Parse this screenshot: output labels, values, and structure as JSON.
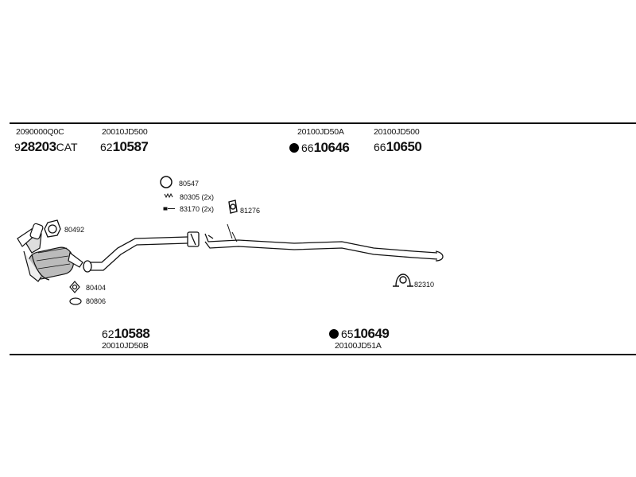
{
  "top_parts": [
    {
      "oem": "2090000Q0C",
      "prefix": "9",
      "number": "28203",
      "suffix": "CAT"
    },
    {
      "oem": "20010JD500",
      "prefix": "62",
      "number": "10587"
    },
    {
      "oem": "20100JD50A",
      "prefix": "66",
      "number": "10646",
      "marked": true
    },
    {
      "oem": "20100JD500",
      "prefix": "66",
      "number": "10650"
    }
  ],
  "bottom_parts": [
    {
      "oem": "20010JD50B",
      "prefix": "62",
      "number": "10588"
    },
    {
      "oem": "20100JD51A",
      "prefix": "65",
      "number": "10649",
      "marked": true
    }
  ],
  "accessories": [
    {
      "code": "80547",
      "icon": "ring-gasket-icon"
    },
    {
      "code": "80305 (2x)",
      "icon": "spring-icon"
    },
    {
      "code": "83170 (2x)",
      "icon": "bolt-icon"
    },
    {
      "code": "81276",
      "icon": "rubber-hanger-icon"
    },
    {
      "code": "80492",
      "icon": "flange-gasket-icon"
    },
    {
      "code": "80404",
      "icon": "gasket-icon"
    },
    {
      "code": "80806",
      "icon": "seal-ring-icon"
    },
    {
      "code": "82310",
      "icon": "clamp-icon"
    }
  ]
}
